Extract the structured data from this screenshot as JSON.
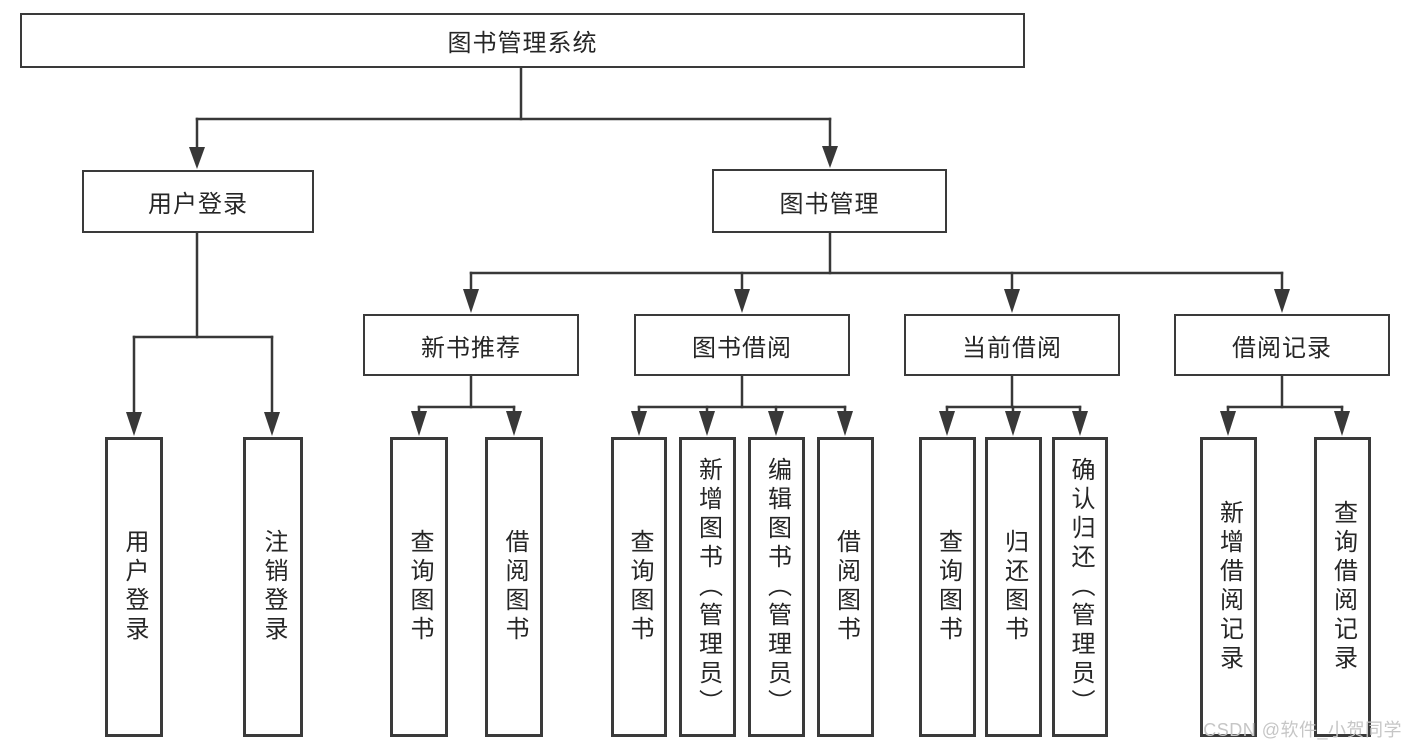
{
  "diagram": {
    "root": "图书管理系统",
    "children": [
      {
        "label": "用户登录",
        "children": [
          {
            "label": "用户登录"
          },
          {
            "label": "注销登录"
          }
        ]
      },
      {
        "label": "图书管理",
        "children": [
          {
            "label": "新书推荐",
            "children": [
              {
                "label": "查询图书"
              },
              {
                "label": "借阅图书"
              }
            ]
          },
          {
            "label": "图书借阅",
            "children": [
              {
                "label": "查询图书"
              },
              {
                "label": "新增图书（管理员）"
              },
              {
                "label": "编辑图书（管理员）"
              },
              {
                "label": "借阅图书"
              }
            ]
          },
          {
            "label": "当前借阅",
            "children": [
              {
                "label": "查询图书"
              },
              {
                "label": "归还图书"
              },
              {
                "label": "确认归还（管理员）"
              }
            ]
          },
          {
            "label": "借阅记录",
            "children": [
              {
                "label": "新增借阅记录"
              },
              {
                "label": "查询借阅记录"
              }
            ]
          }
        ]
      }
    ]
  },
  "watermark": "CSDN @软件_小贺同学",
  "colors": {
    "line": "#383838",
    "box_border": "#3a3a3a",
    "text": "#262626",
    "watermark": "#c6c6c6",
    "background": "#ffffff"
  }
}
